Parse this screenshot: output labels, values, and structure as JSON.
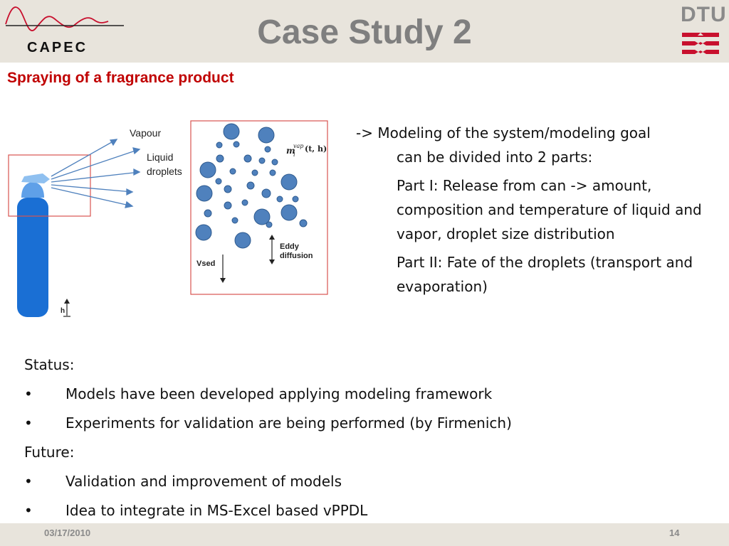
{
  "header": {
    "title": "Case Study 2",
    "capec_logo_text": "CAPEC",
    "dtu_logo_text": "DTU"
  },
  "subtitle": "Spraying of a fragrance product",
  "figure": {
    "vapour_label": "Vapour",
    "liquid_label_1": "Liquid",
    "liquid_label_2": "droplets",
    "eddy_label_1": "Eddy",
    "eddy_label_2": "diffusion",
    "vsed_label": "Vsed",
    "h_label": "h",
    "formula_m": "m",
    "formula_sub": "i",
    "formula_sup": "vap",
    "formula_args": "(t, h)"
  },
  "description": {
    "line1": "-> Modeling of the system/modeling goal",
    "line2": "can be divided into 2 parts:",
    "part1": "Part I: Release from can -> amount, composition and temperature of liquid and vapor, droplet size distribution",
    "part2": "Part II: Fate of the droplets (transport and evaporation)"
  },
  "status": {
    "heading": "Status:",
    "items": [
      "Models have been developed applying modeling framework",
      "Experiments for validation are being performed (by Firmenich)"
    ]
  },
  "future": {
    "heading": "Future:",
    "items": [
      "Validation and improvement of models",
      "Idea to integrate in MS-Excel based vPPDL"
    ]
  },
  "footer": {
    "date": "03/17/2010",
    "page": "14"
  },
  "colors": {
    "title_gray": "#7f7f7f",
    "subtitle_red": "#c00000",
    "dtu_red": "#c8102e",
    "droplet_blue": "#4f81bd",
    "bottle_blue": "#1a6fd4",
    "frame_red": "#d9534f",
    "band": "#e8e4dc"
  }
}
